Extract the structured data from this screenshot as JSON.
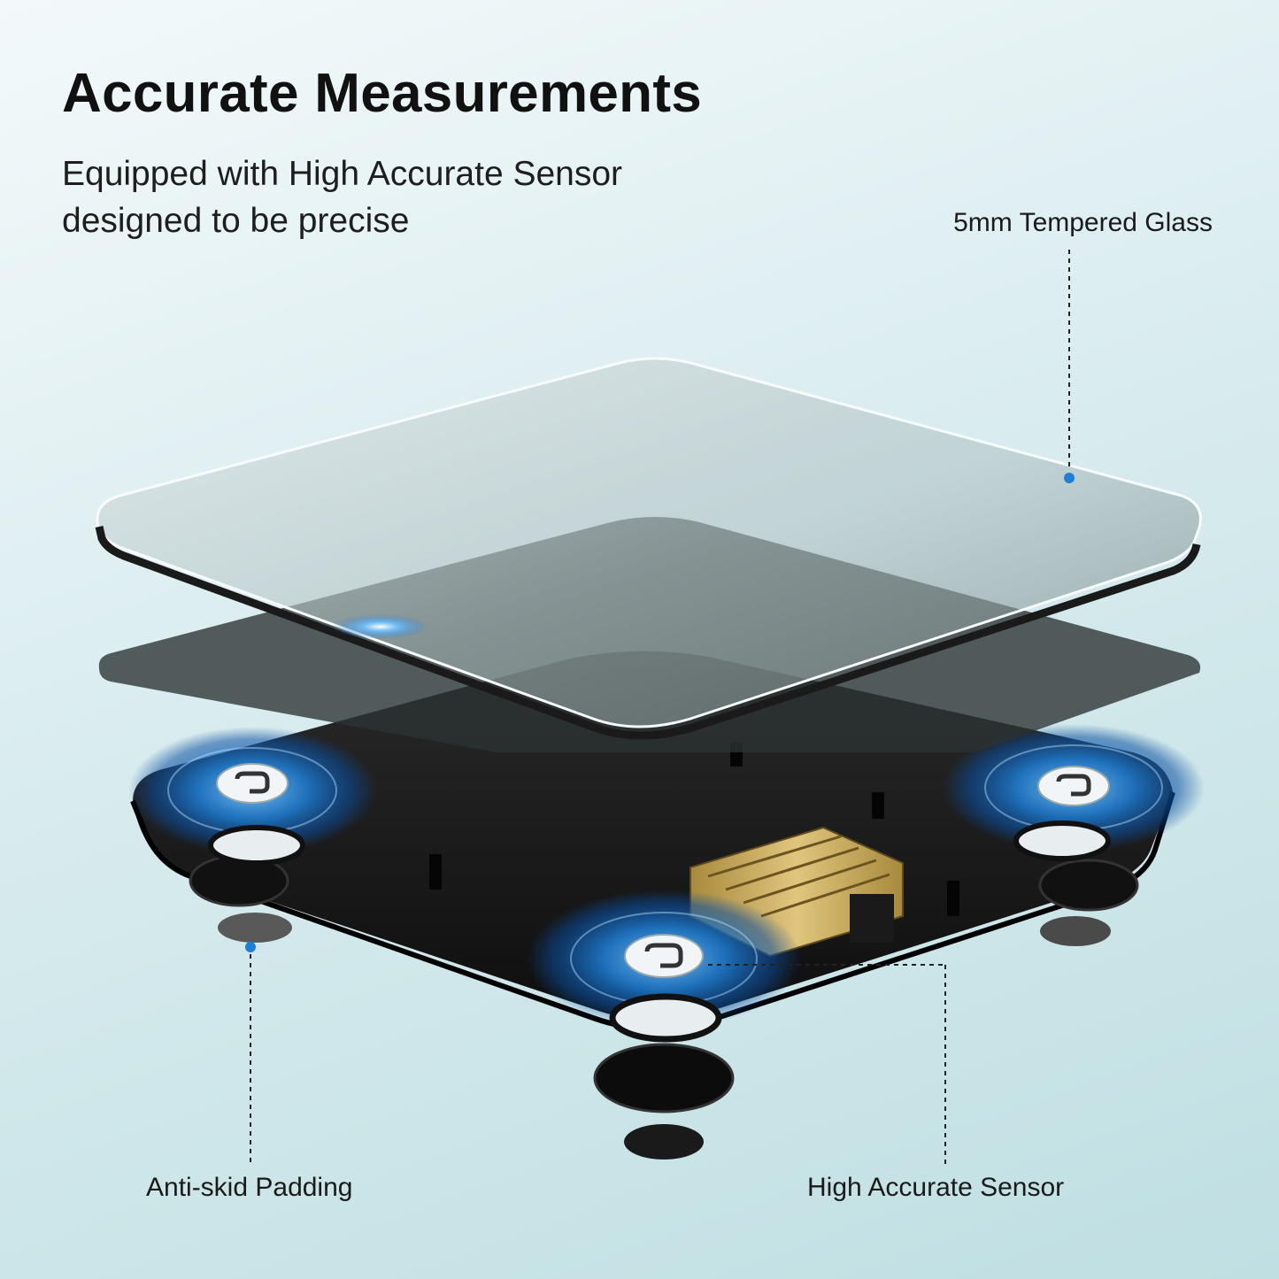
{
  "header": {
    "title": "Accurate Measurements",
    "subtitle_line1": "Equipped with High Accurate Sensor",
    "subtitle_line2": "designed to be precise"
  },
  "callouts": {
    "glass": "5mm Tempered Glass",
    "padding": "Anti-skid Padding",
    "sensor": "High Accurate Sensor"
  },
  "colors": {
    "background_top": "#f3f9fa",
    "background_bottom": "#bfdfe2",
    "accent_blue": "#1e7fd6",
    "glow_blue": "#2f9cff",
    "base_black": "#141414",
    "battery_gold": "#c9a85a"
  },
  "icons": [
    "sensor-logo-icon",
    "battery-icon",
    "anti-skid-foot-icon"
  ]
}
